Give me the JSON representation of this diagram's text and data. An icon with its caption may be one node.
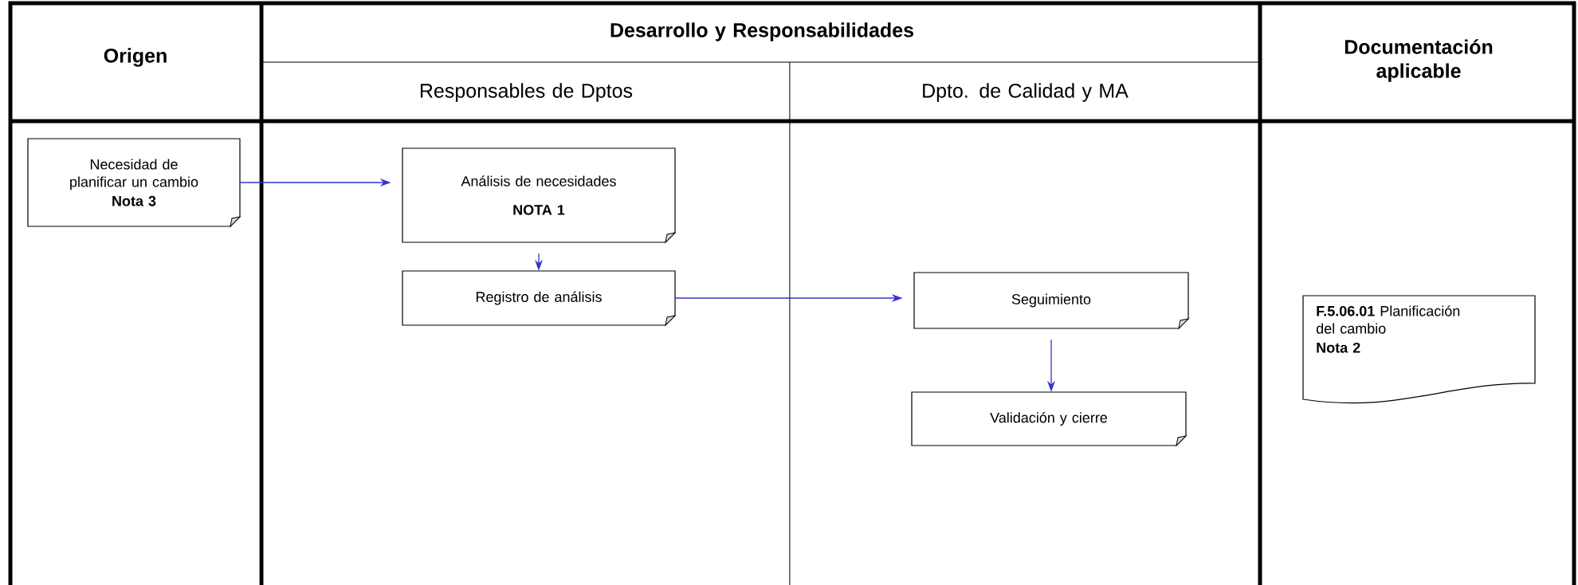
{
  "diagram": {
    "nodes": [
      {
        "text": [
          "Necesidad de planificar un cambio",
          "Nota 3"
        ]
      },
      {
        "text": [
          "Análisis de necesidades",
          "NOTA 1"
        ]
      },
      {
        "text": [
          "Registro de análisis"
        ]
      },
      {
        "text": [
          "Seguimiento"
        ]
      },
      {
        "text": [
          "Validación y cierre"
        ]
      },
      {
        "text": [
          "**F.5.06.01** Planificación del cambio",
          "Nota 2"
        ]
      }
    ],
    "edges": [
      {
        "from": 0,
        "to": 1,
        "arrow": "to"
      },
      {
        "from": 1,
        "to": 2,
        "arrow": "to"
      },
      {
        "from": 2,
        "to": 3,
        "arrow": "to"
      },
      {
        "from": 3,
        "to": 4,
        "arrow": "to"
      }
    ],
    "labels": [
      "Origen",
      "Desarrollo y Responsabilidades",
      "Documentación aplicable",
      "Responsables de Dptos",
      "Dpto. de Calidad y MA"
    ]
  }
}
